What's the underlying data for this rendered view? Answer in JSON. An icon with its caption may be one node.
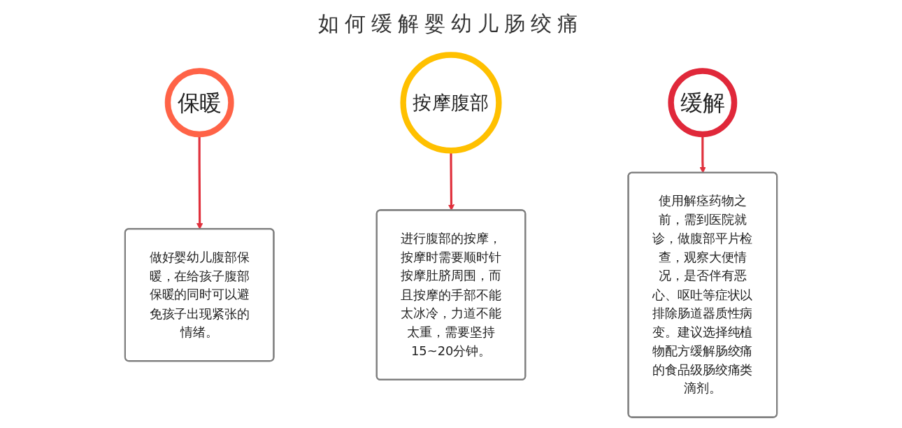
{
  "diagram": {
    "title": "如何缓解婴幼儿肠绞痛",
    "nodes": [
      {
        "text": [
          "保暖"
        ]
      },
      {
        "text": [
          "按摩腹部"
        ]
      },
      {
        "text": [
          "缓解"
        ]
      },
      {
        "text": [
          "做好婴幼儿腹部保暖，在给孩子腹部保暖的同时可以避免孩子出现紧张的情绪。"
        ]
      },
      {
        "text": [
          "进行腹部的按摩，按摩时需要顺时针按摩肚脐周围，而且按摩的手部不能太冰冷，力道不能太重，需要坚持15~20分钟。"
        ]
      },
      {
        "text": [
          "使用解痉药物之前，需到医院就诊，做腹部平片检查，观察大便情况，是否伴有恶心、呕吐等症状以排除肠道器质性病变。建议选择纯植物配方缓解肠绞痛的食品级肠绞痛类滴剂。"
        ]
      }
    ],
    "edges": [
      {
        "from": 0,
        "to": 3,
        "arrow": "to"
      },
      {
        "from": 1,
        "to": 4,
        "arrow": "to"
      },
      {
        "from": 2,
        "to": 5,
        "arrow": "to"
      }
    ]
  }
}
